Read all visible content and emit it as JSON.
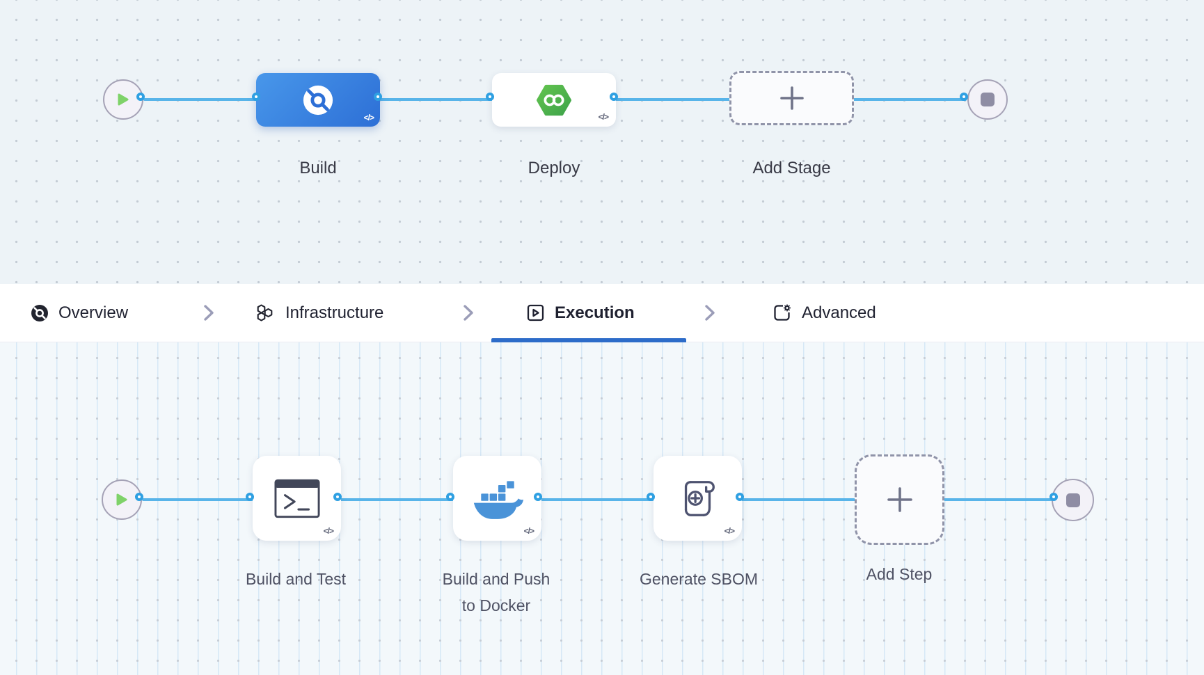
{
  "pipeline_graph": {
    "stages": [
      {
        "label": "Build",
        "icon": "ci-build-icon",
        "selected": true,
        "code_glyph": "</>"
      },
      {
        "label": "Deploy",
        "icon": "cd-deploy-icon",
        "selected": false,
        "code_glyph": "</>"
      }
    ],
    "add_stage_label": "Add Stage",
    "start_icon": "play-icon",
    "end_icon": "stop-icon"
  },
  "tabbar": {
    "tabs": [
      {
        "label": "Overview",
        "icon": "overview-icon",
        "active": false
      },
      {
        "label": "Infrastructure",
        "icon": "infrastructure-icon",
        "active": false
      },
      {
        "label": "Execution",
        "icon": "execution-icon",
        "active": true
      },
      {
        "label": "Advanced",
        "icon": "advanced-icon",
        "active": false
      }
    ],
    "separator_icon": "chevron-right-icon"
  },
  "execution_graph": {
    "steps": [
      {
        "label": "Build and Test",
        "icon": "terminal-icon",
        "code_glyph": "</>"
      },
      {
        "label": "Build and Push to Docker",
        "icon": "docker-whale-icon",
        "code_glyph": "</>"
      },
      {
        "label": "Generate SBOM",
        "icon": "sbom-scroll-icon",
        "code_glyph": "</>"
      }
    ],
    "add_step_label": "Add Step",
    "start_icon": "play-icon",
    "end_icon": "stop-icon"
  },
  "colors": {
    "edge_blue": "#58b4e9",
    "port_border_blue": "#2fa0e2",
    "stage_build_gradient": [
      "#4897ea",
      "#2d6fd6"
    ],
    "deploy_green": [
      "#5ec14f",
      "#3ea34a"
    ],
    "active_tab_underline": "#2d6cc9",
    "canvas_top_bg": "#edf3f7",
    "canvas_bottom_bg": "#f3f8fb",
    "play_green": "#7fd269",
    "stop_gray": "#8f8da4"
  }
}
